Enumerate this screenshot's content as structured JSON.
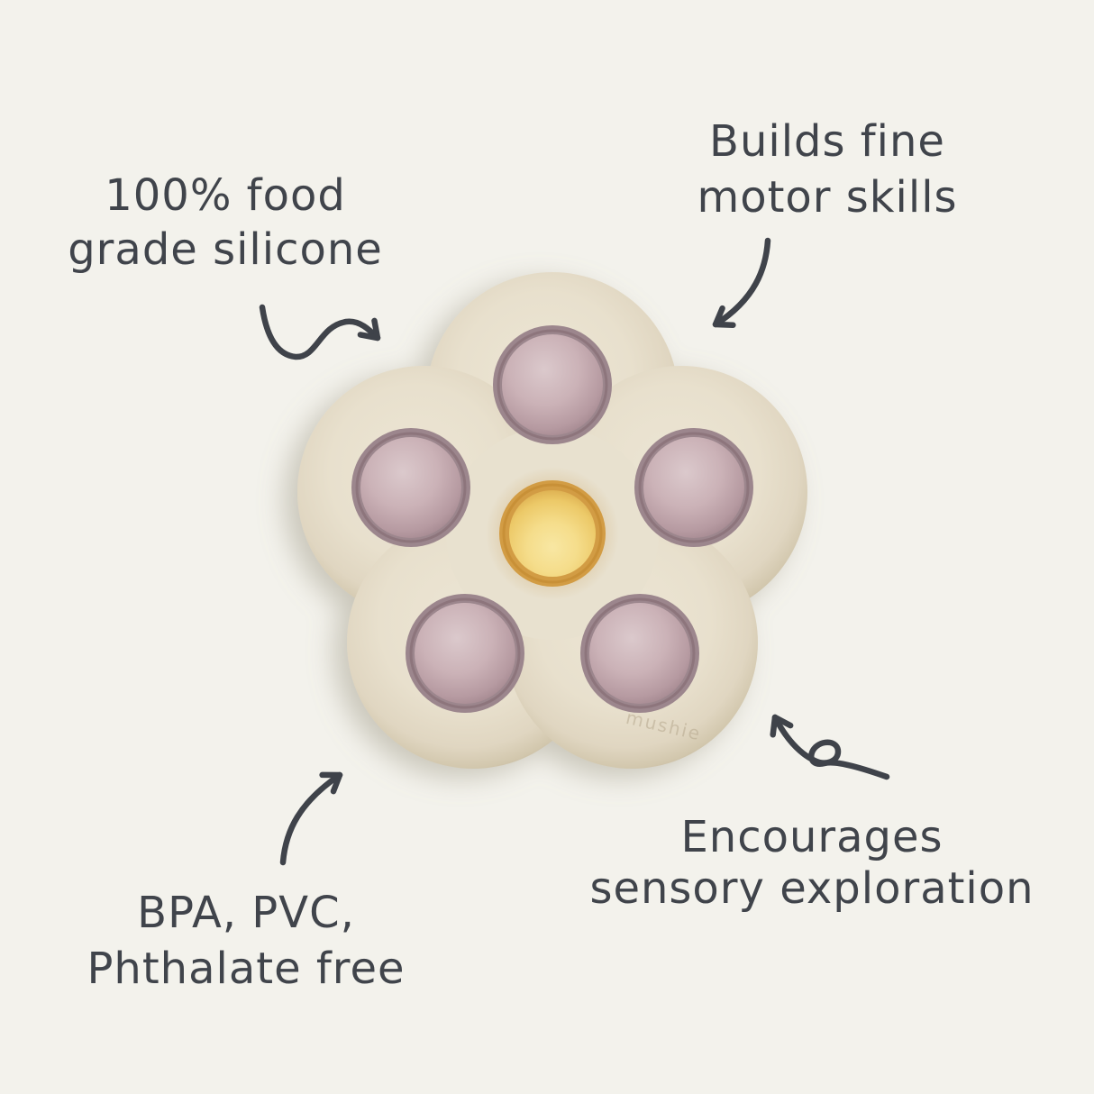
{
  "page": {
    "background_color": "#f3f2ec",
    "ink_color": "#40444b"
  },
  "annotations": {
    "top_left": {
      "lines": [
        "100% food",
        "grade silicone"
      ]
    },
    "top_right": {
      "lines": [
        "Builds fine",
        "motor skills"
      ]
    },
    "bottom_left": {
      "lines": [
        "BPA, PVC,",
        "Phthalate free"
      ]
    },
    "bottom_right": {
      "lines": [
        "Encourages",
        "sensory exploration"
      ]
    }
  },
  "product": {
    "name": "flower press pop toy",
    "brand_embossed": "mushie",
    "petal_count": 5,
    "colors": {
      "body_cream": "#e8e0cd",
      "body_rim": "#c0b297",
      "bubble_mauve": "#c3a9af",
      "bubble_ring": "#9c868d",
      "center_yellow": "#f5dd8b",
      "center_ring": "#d29c44"
    }
  }
}
